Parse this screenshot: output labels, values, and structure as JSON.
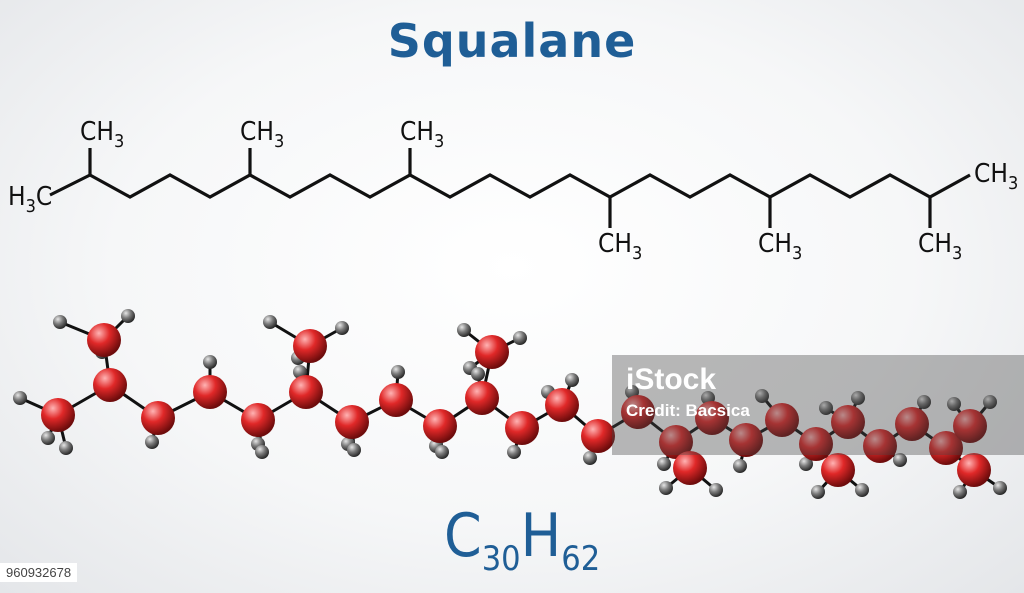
{
  "title": "Squalane",
  "colors": {
    "title": "#1f5e96",
    "bond": "#111111",
    "carbon_atom": "#e02828",
    "hydrogen_atom": "#7a7a7a",
    "formula": "#1f5e96"
  },
  "structural_formula": {
    "methyl_top": "CH3",
    "methyl_bottom": "CH3",
    "methyl_left_terminal": "H3C",
    "methyl_right_terminal": "CH3"
  },
  "formula": {
    "element_1": "C",
    "count_1": "30",
    "element_2": "H",
    "count_2": "62"
  },
  "watermark": {
    "logo": "iStock",
    "credit": "Credit: Bacsica"
  },
  "stock_id": "960932678"
}
